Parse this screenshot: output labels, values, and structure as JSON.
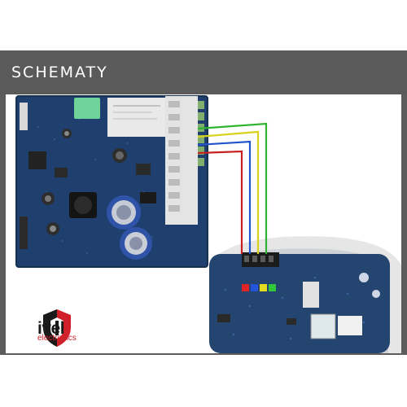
{
  "header": {
    "title": "SCHEMATY"
  },
  "brand": {
    "name": "ivel",
    "subtitle": "electronics"
  },
  "colors": {
    "header_bg": "#5a5a5a",
    "board": "#1f3f6e",
    "brand_red": "#d0202a",
    "wire_green": "#2fb42f",
    "wire_yellow": "#d8d21c",
    "wire_blue": "#2255cc",
    "wire_red": "#c82020"
  },
  "wires": [
    "green",
    "yellow",
    "blue",
    "red"
  ]
}
